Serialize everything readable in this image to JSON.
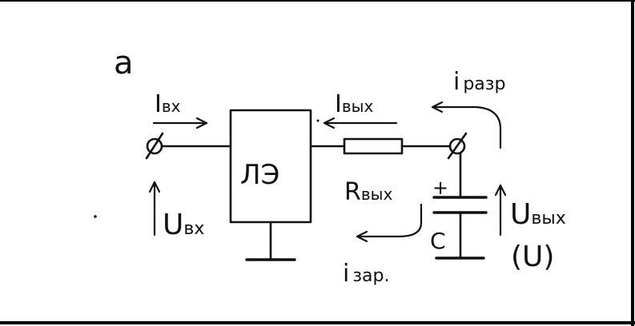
{
  "panel_label": "a",
  "element_label": "ЛЭ",
  "labels": {
    "i_in": {
      "main": "I",
      "sub": "вх"
    },
    "i_out": {
      "main": "I",
      "sub": "вых"
    },
    "i_discharge": {
      "main": "i",
      "sub": "разр"
    },
    "r_out": {
      "main": "R",
      "sub": "вых"
    },
    "u_in": {
      "main": "U",
      "sub": "вх"
    },
    "u_out": {
      "main": "U",
      "sub": "вых"
    },
    "u_out_alt": "(U)",
    "capacitor": "C",
    "cap_plus": "+",
    "i_charge": {
      "main": "i",
      "sub": "зар."
    }
  }
}
